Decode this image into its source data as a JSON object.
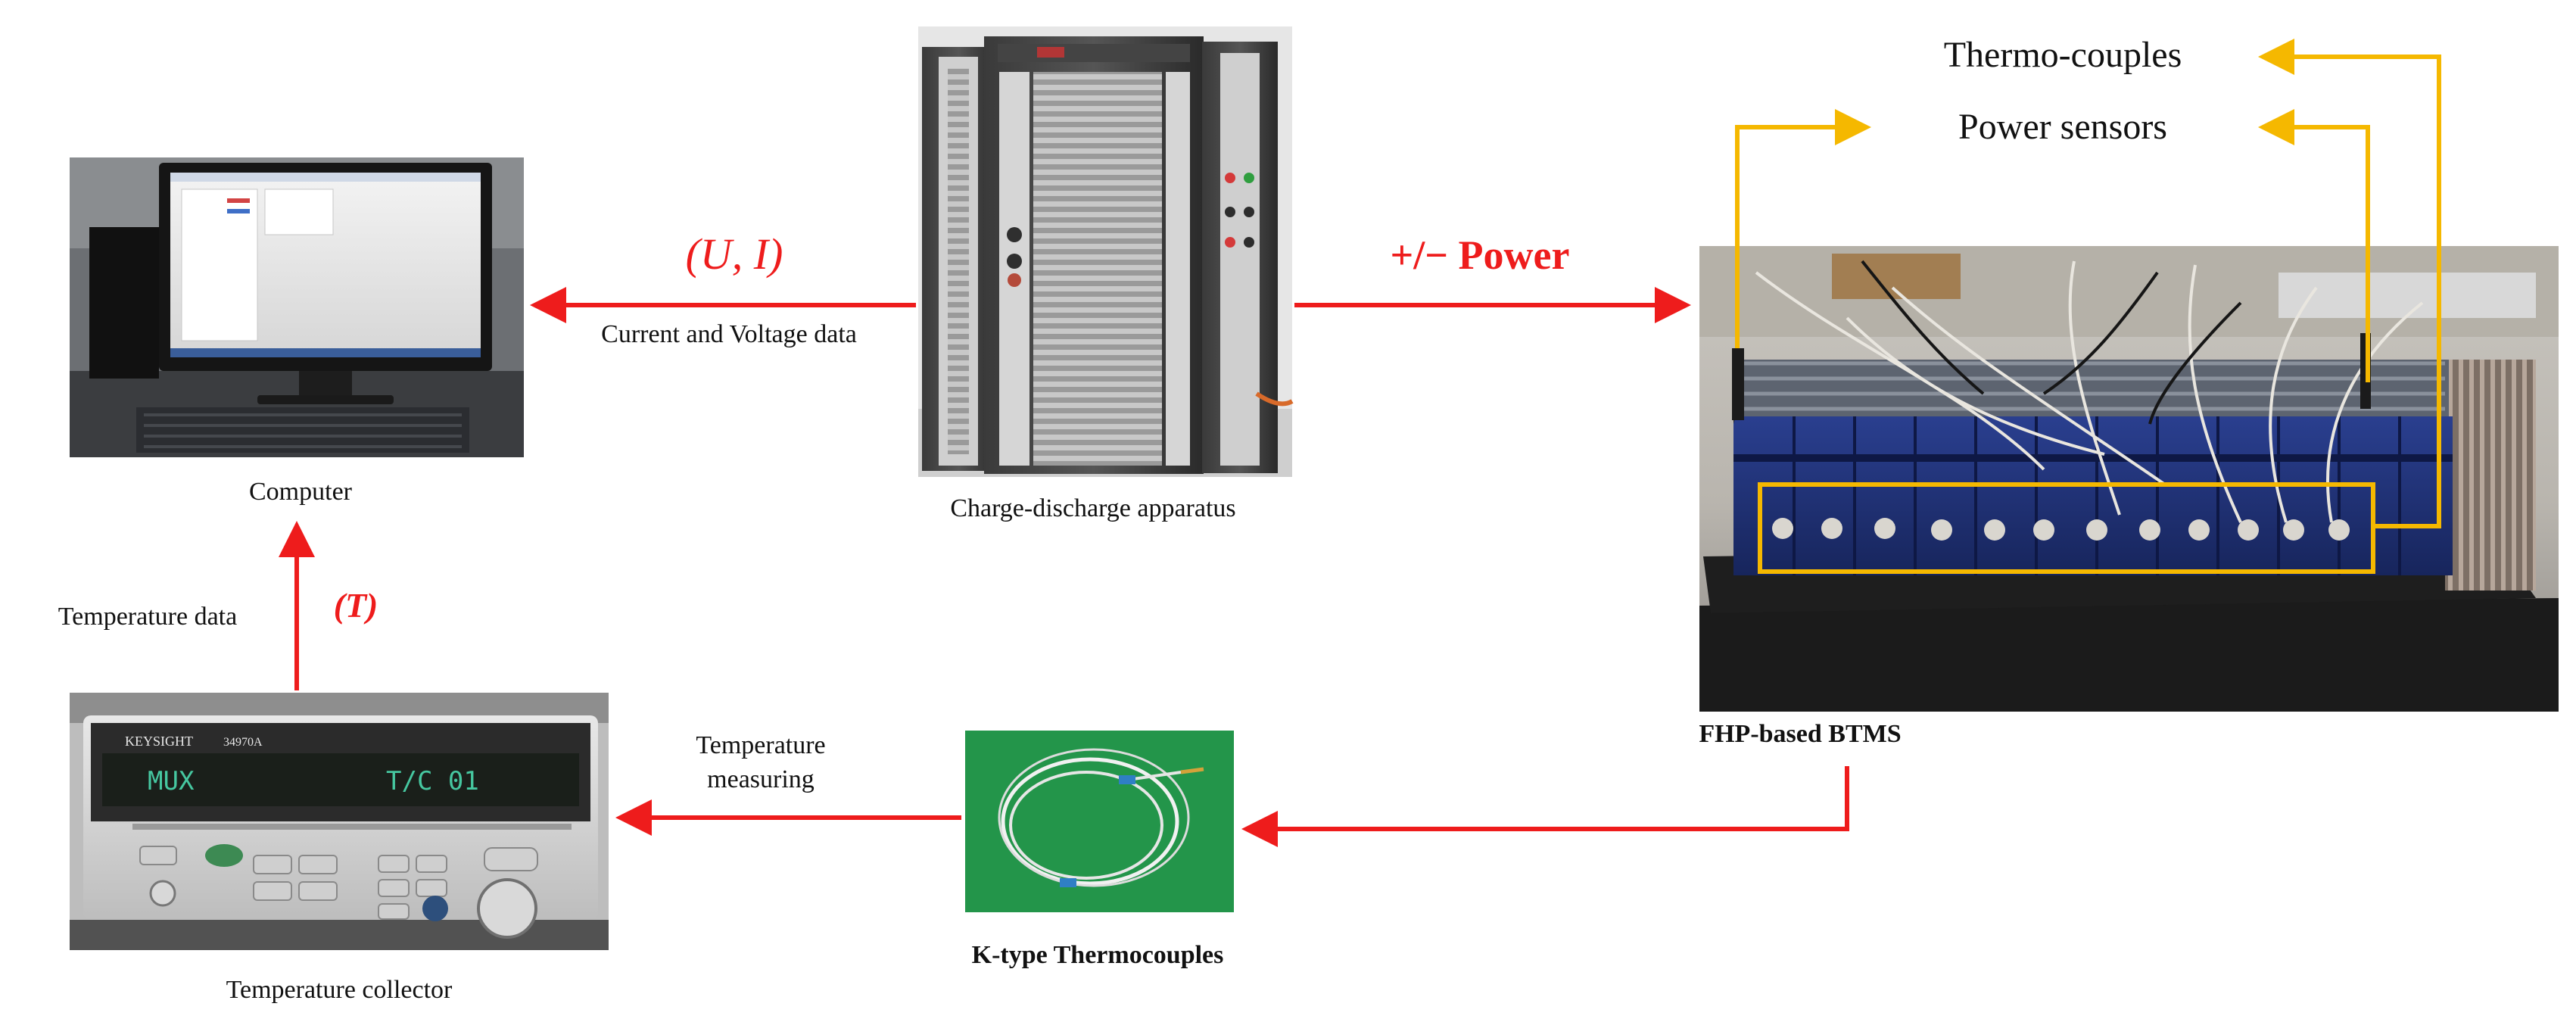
{
  "labels": {
    "computer": "Computer",
    "apparatus": "Charge-discharge apparatus",
    "collector": "Temperature collector",
    "thermocouples": "K-type Thermocouples",
    "btms": "FHP-based BTMS",
    "thermo_couples": "Thermo-couples",
    "power_sensors": "Power sensors",
    "ui_symbol": "(U, I)",
    "current_voltage": "Current and Voltage data",
    "power": "+/− Power",
    "t_symbol": "(T)",
    "temperature_data": "Temperature data",
    "temperature_measuring_1": "Temperature",
    "temperature_measuring_2": "measuring"
  },
  "device_display": {
    "brand": "KEYSIGHT",
    "model": "34970A",
    "mux": "MUX",
    "channel": "T/C  01"
  },
  "colors": {
    "flow_arrow": "#ee1c1c",
    "sensor_arrow": "#f5b800",
    "text": "#111111"
  }
}
